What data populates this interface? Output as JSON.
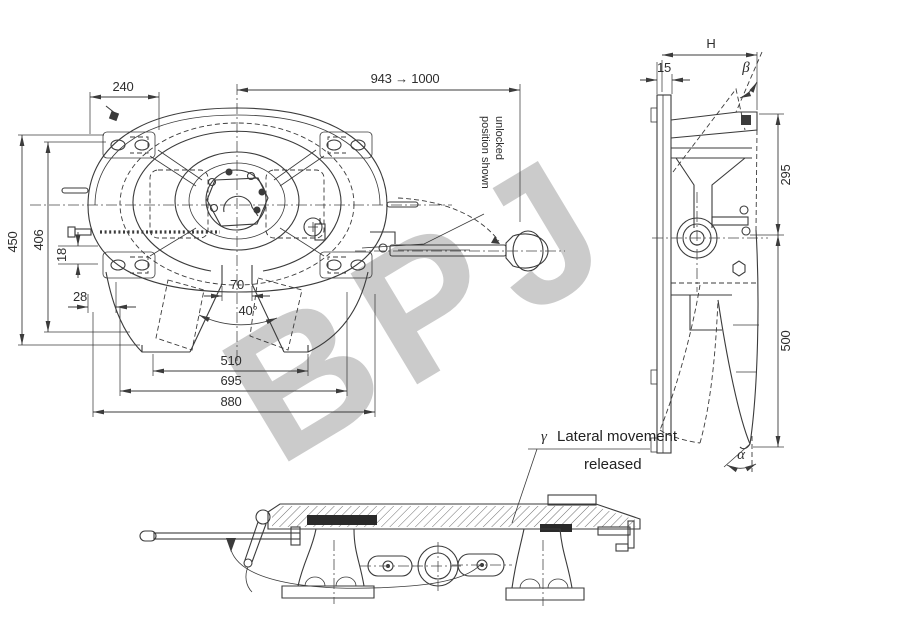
{
  "watermark": "BPJ",
  "plan_view": {
    "dim_240": "240",
    "dim_943_1000": "943 → 1000",
    "dim_450": "450",
    "dim_406": "406",
    "dim_18": "18",
    "dim_28": "28",
    "dim_70": "70",
    "angle_40": "40°",
    "dim_510": "510",
    "dim_695": "695",
    "dim_880": "880",
    "note_unlocked_line1": "unlocked",
    "note_unlocked_line2": "position shown"
  },
  "side_view": {
    "dim_H": "H",
    "dim_15": "15",
    "angle_beta": "β",
    "dim_295": "295",
    "dim_500": "500",
    "angle_alpha": "α"
  },
  "annotation": {
    "gamma": "γ",
    "lateral_line1": "Lateral movement",
    "lateral_line2": "released"
  }
}
